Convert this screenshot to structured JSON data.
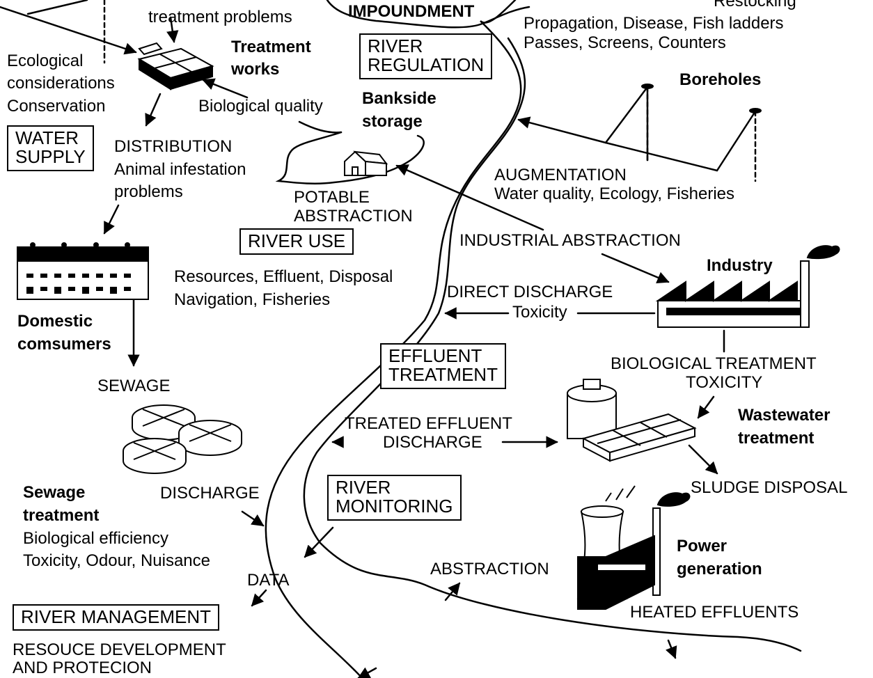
{
  "labels": {
    "treatment_problems": "treatment problems",
    "impoundment": "IMPOUNDMENT",
    "restocking": "Restocking",
    "propagation": "Propagation, Disease, Fish ladders",
    "passes": "Passes, Screens, Counters",
    "ecological": "Ecological",
    "considerations": "considerations",
    "conservation": "Conservation",
    "treatment_works_1": "Treatment",
    "treatment_works_2": "works",
    "biological_quality": "Biological quality",
    "bankside_1": "Bankside",
    "bankside_2": "storage",
    "boreholes": "Boreholes",
    "distribution": "DISTRIBUTION",
    "animal_infestation": "Animal infestation",
    "problems": "problems",
    "potable_1": "POTABLE",
    "potable_2": "ABSTRACTION",
    "augmentation": "AUGMENTATION",
    "augmentation_sub": "Water quality, Ecology, Fisheries",
    "industrial_abstraction": "INDUSTRIAL ABSTRACTION",
    "industry": "Industry",
    "resources": "Resources, Effluent, Disposal",
    "navigation": "Navigation, Fisheries",
    "direct_discharge": "DIRECT DISCHARGE",
    "toxicity": "Toxicity",
    "domestic_1": "Domestic",
    "domestic_2": "comsumers",
    "biological_treatment": "BIOLOGICAL TREATMENT",
    "toxicity_caps": "TOXICITY",
    "sewage": "SEWAGE",
    "treated_effluent_1": "TREATED EFFLUENT",
    "treated_effluent_2": "DISCHARGE",
    "wastewater_1": "Wastewater",
    "wastewater_2": "treatment",
    "sludge_disposal": "SLUDGE DISPOSAL",
    "sewage_treatment_1": "Sewage",
    "sewage_treatment_2": "treatment",
    "discharge": "DISCHARGE",
    "biological_efficiency": "Biological efficiency",
    "toxicity_odour": "Toxicity, Odour, Nuisance",
    "power_1": "Power",
    "power_2": "generation",
    "abstraction": "ABSTRACTION",
    "data": "DATA",
    "heated_effluents": "HEATED EFFLUENTS",
    "resource_development": "RESOUCE DEVELOPMENT",
    "and_protection": "AND PROTECION"
  },
  "boxes": {
    "river_regulation_1": "RIVER",
    "river_regulation_2": "REGULATION",
    "water_supply_1": "WATER",
    "water_supply_2": "SUPPLY",
    "river_use": "RIVER USE",
    "effluent_treatment_1": "EFFLUENT",
    "effluent_treatment_2": "TREATMENT",
    "river_monitoring_1": "RIVER",
    "river_monitoring_2": "MONITORING",
    "river_management": "RIVER MANAGEMENT"
  },
  "colors": {
    "ink": "#000000",
    "paper": "#ffffff"
  }
}
